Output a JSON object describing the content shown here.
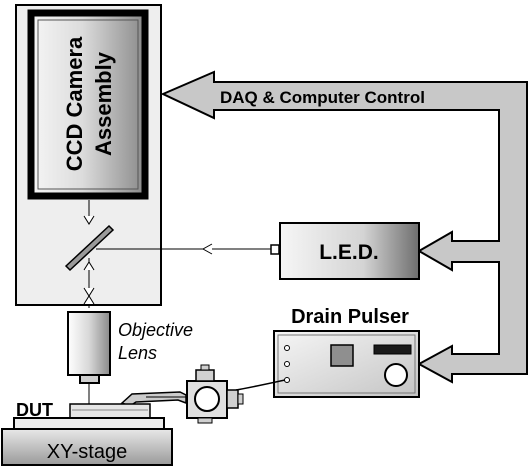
{
  "labels": {
    "ccd_line1": "CCD Camera",
    "ccd_line2": "Assembly",
    "daq": "DAQ & Computer Control",
    "led": "L.E.D.",
    "drain_pulser": "Drain Pulser",
    "objective_line1": "Objective",
    "objective_line2": "Lens",
    "dut": "DUT",
    "xy_stage": "XY-stage"
  },
  "colors": {
    "outline": "#000000",
    "arrow_fill": "#c8c8c8",
    "panel_fill": "#eeeeee",
    "camera_dark": "#1a1a1a",
    "camera_light": "#f4f4f4"
  }
}
